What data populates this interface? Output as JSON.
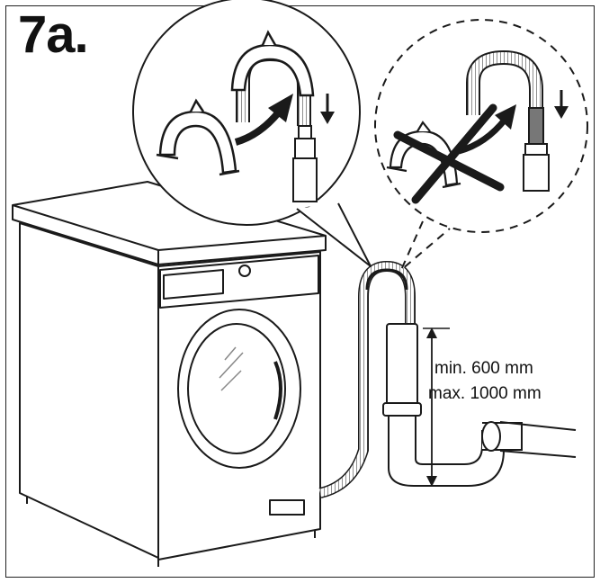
{
  "step": "7a.",
  "dimension": {
    "min_label": "min. 600 mm",
    "max_label": "max. 1000 mm"
  },
  "colors": {
    "ink": "#1a1a1a",
    "paper": "#ffffff",
    "shade": "#8a8a8a"
  },
  "icons": {
    "correct": "arrow-down-icon",
    "incorrect": "cross-icon"
  }
}
